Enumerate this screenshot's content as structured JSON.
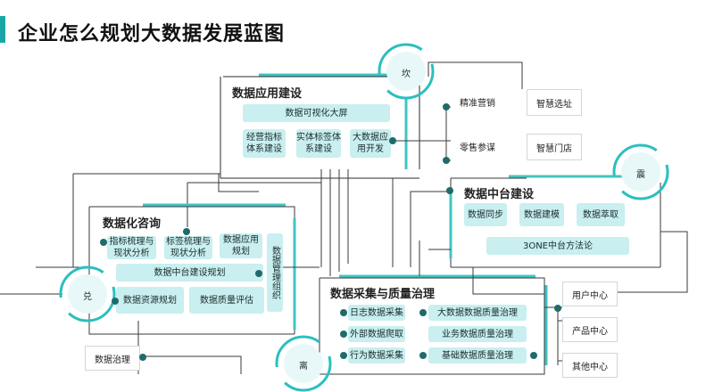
{
  "title": "企业怎么规划大数据发展蓝图",
  "nodes": {
    "kan": "坎",
    "zhen": "震",
    "dui": "兑",
    "li": "离"
  },
  "app_panel": {
    "title": "数据应用建设",
    "items": [
      "数据可视化大屏",
      "经营指标体系建设",
      "实体标签体系建设",
      "大数据应用开发"
    ]
  },
  "right_top": [
    "精准营销",
    "智慧选址",
    "零售参谋",
    "智慧门店"
  ],
  "middle_panel": {
    "title": "数据中台建设",
    "items": [
      "数据同步",
      "数据建模",
      "数据萃取",
      "3ONE中台方法论"
    ]
  },
  "consult_panel": {
    "title": "数据化咨询",
    "items": [
      "指标梳理与现状分析",
      "标签梳理与现状分析",
      "数据应用规划",
      "数据管理组织",
      "数据中台建设规划",
      "数据资源规划",
      "数据质量评估"
    ]
  },
  "governance": "数据治理",
  "collect_panel": {
    "title": "数据采集与质量治理",
    "left": [
      "日志数据采集",
      "外部数据爬取",
      "行为数据采集"
    ],
    "right": [
      "大数据数据质量治理",
      "业务数据质量治理",
      "基础数据质量治理"
    ]
  },
  "right_side": [
    "用户中心",
    "产品中心",
    "其他中心"
  ]
}
